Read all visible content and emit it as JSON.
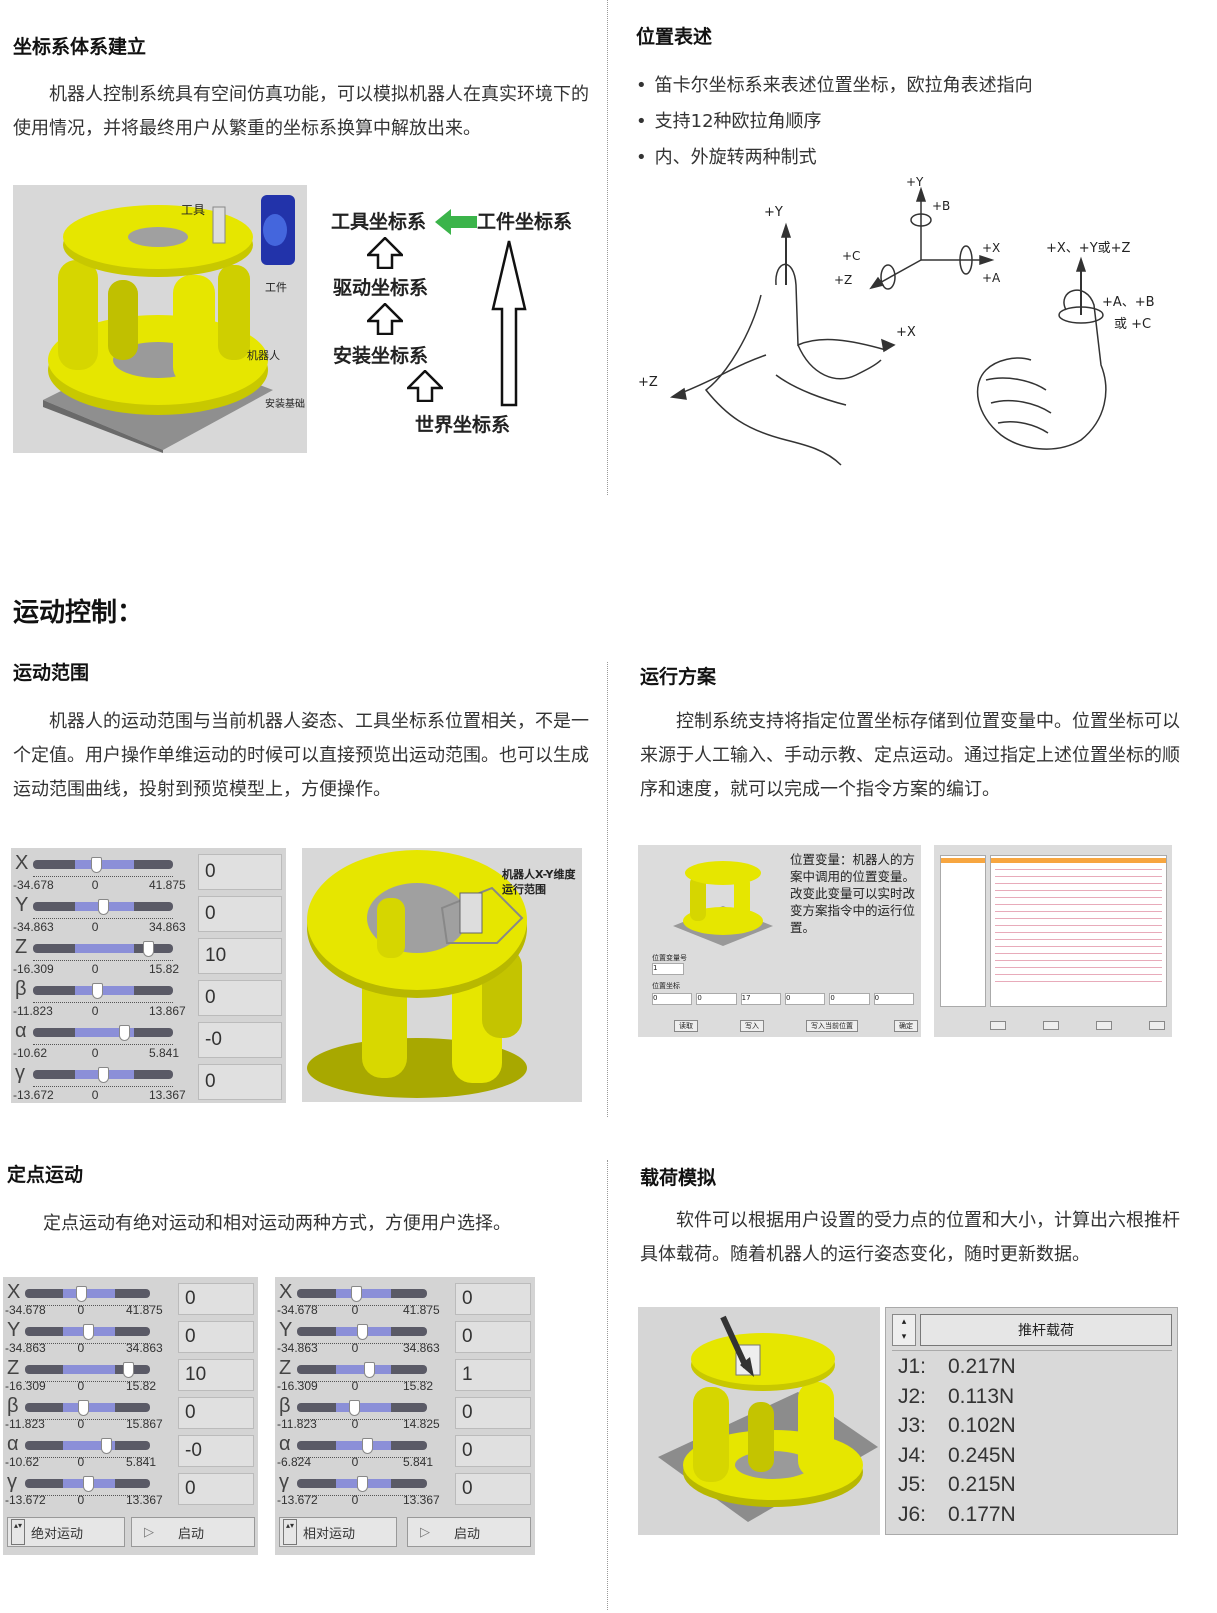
{
  "sections": {
    "coord": {
      "title": "坐标系体系建立",
      "para": "机器人控制系统具有空间仿真功能，可以模拟机器人在真实环境下的使用情况，并将最终用户从繁重的坐标系换算中解放出来。",
      "figure_labels": {
        "tool": "工具",
        "work": "工件",
        "robot": "机器人",
        "base": "安装基础"
      },
      "chain": {
        "tool_cs": "工具坐标系",
        "work_cs": "工件坐标系",
        "drive_cs": "驱动坐标系",
        "mount_cs": "安装坐标系",
        "world_cs": "世界坐标系"
      }
    },
    "pose": {
      "title": "位置表述",
      "bullets": [
        "笛卡尔坐标系来表述位置坐标，欧拉角表述指向",
        "支持12种欧拉角顺序",
        "内、外旋转两种制式"
      ],
      "axis_labels": {
        "y": "+Y",
        "z": "+Z",
        "x": "+X",
        "b": "+B",
        "c": "+C",
        "a": "+A",
        "xyz": "+X、+Y或+Z",
        "abc1": "+A、+B",
        "abc2": "或 +C"
      }
    },
    "motion": {
      "title": "运动控制："
    },
    "range": {
      "title": "运动范围",
      "para": "机器人的运动范围与当前机器人姿态、工具坐标系位置相关，不是一个定值。用户操作单维运动的时候可以直接预览出运动范围。也可以生成运动范围曲线，投射到预览模型上，方便操作。",
      "robot_label_1": "机器人X-Y维度",
      "robot_label_2": "运行范围"
    },
    "plan": {
      "title": "运行方案",
      "para": "控制系统支持将指定位置坐标存储到位置变量中。位置坐标可以来源于人工输入、手动示教、定点运动。通过指定上述位置坐标的顺序和速度，就可以完成一个指令方案的编订。",
      "note": "位置变量：机器人的方案中调用的位置变量。改变此变量可以实时改变方案指令中的运行位置。",
      "var_label": "位置变量号",
      "var_value": "1",
      "coord_label": "位置坐标",
      "coord_values": [
        "0",
        "0",
        "17",
        "0",
        "0",
        "0"
      ],
      "buttons": [
        "读取",
        "写入",
        "写入当前位置",
        "确定"
      ]
    },
    "point": {
      "title": "定点运动",
      "para": "定点运动有绝对运动和相对运动两种方式，方便用户选择。",
      "abs_mode": "绝对运动",
      "rel_mode": "相对运动",
      "start": "启动"
    },
    "load": {
      "title": "载荷模拟",
      "para": "软件可以根据用户设置的受力点的位置和大小，计算出六根推杆具体载荷。随着机器人的运行姿态变化，随时更新数据。",
      "header": "推杆载荷",
      "rows": [
        {
          "k": "J1:",
          "v": "0.217N"
        },
        {
          "k": "J2:",
          "v": "0.113N"
        },
        {
          "k": "J3:",
          "v": "0.102N"
        },
        {
          "k": "J4:",
          "v": "0.245N"
        },
        {
          "k": "J5:",
          "v": "0.215N"
        },
        {
          "k": "J6:",
          "v": "0.177N"
        }
      ]
    }
  },
  "sliders_range": [
    {
      "axis": "X",
      "min": "-34.678",
      "zero": "0",
      "max": "41.875",
      "value": "0",
      "level": 0.45
    },
    {
      "axis": "Y",
      "min": "-34.863",
      "zero": "0",
      "max": "34.863",
      "value": "0",
      "level": 0.5
    },
    {
      "axis": "Z",
      "min": "-16.309",
      "zero": "0",
      "max": "15.82",
      "value": "10",
      "level": 0.82
    },
    {
      "axis": "β",
      "min": "-11.823",
      "zero": "0",
      "max": "13.867",
      "value": "0",
      "level": 0.46
    },
    {
      "axis": "α",
      "min": "-10.62",
      "zero": "0",
      "max": "5.841",
      "value": "-0",
      "level": 0.65
    },
    {
      "axis": "γ",
      "min": "-13.672",
      "zero": "0",
      "max": "13.367",
      "value": "0",
      "level": 0.5
    }
  ],
  "sliders_abs": [
    {
      "axis": "X",
      "min": "-34.678",
      "zero": "0",
      "max": "41.875",
      "value": "0",
      "level": 0.45
    },
    {
      "axis": "Y",
      "min": "-34.863",
      "zero": "0",
      "max": "34.863",
      "value": "0",
      "level": 0.5
    },
    {
      "axis": "Z",
      "min": "-16.309",
      "zero": "0",
      "max": "15.82",
      "value": "10",
      "level": 0.82
    },
    {
      "axis": "β",
      "min": "-11.823",
      "zero": "0",
      "max": "15.867",
      "value": "0",
      "level": 0.46
    },
    {
      "axis": "α",
      "min": "-10.62",
      "zero": "0",
      "max": "5.841",
      "value": "-0",
      "level": 0.65
    },
    {
      "axis": "γ",
      "min": "-13.672",
      "zero": "0",
      "max": "13.367",
      "value": "0",
      "level": 0.5
    }
  ],
  "sliders_rel": [
    {
      "axis": "X",
      "min": "-34.678",
      "zero": "0",
      "max": "41.875",
      "value": "0",
      "level": 0.45
    },
    {
      "axis": "Y",
      "min": "-34.863",
      "zero": "0",
      "max": "34.863",
      "value": "0",
      "level": 0.5
    },
    {
      "axis": "Z",
      "min": "-16.309",
      "zero": "0",
      "max": "15.82",
      "value": "1",
      "level": 0.55
    },
    {
      "axis": "β",
      "min": "-11.823",
      "zero": "0",
      "max": "14.825",
      "value": "0",
      "level": 0.44
    },
    {
      "axis": "α",
      "min": "-6.824",
      "zero": "0",
      "max": "5.841",
      "value": "0",
      "level": 0.54
    },
    {
      "axis": "γ",
      "min": "-13.672",
      "zero": "0",
      "max": "13.367",
      "value": "0",
      "level": 0.5
    }
  ],
  "colors": {
    "robot_yellow": "#e6e600",
    "robot_dark": "#a8a800",
    "arrow_green": "#3bb44a",
    "slider_fill": "#8b8fd8",
    "slider_track": "#5a5a66"
  }
}
